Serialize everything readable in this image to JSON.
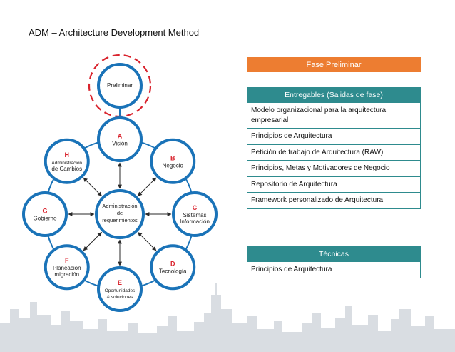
{
  "page": {
    "title": "ADM – Architecture Development Method"
  },
  "colors": {
    "ring": "#1A73B8",
    "accent": "#ED7D31",
    "teal": "#2E8B8E",
    "dash": "#D9232D",
    "letter": "#D9232D"
  },
  "diagram": {
    "preliminar": "Preliminar",
    "center": [
      "Administración",
      "de",
      "requerimientos"
    ],
    "phases": [
      {
        "letter": "A",
        "lines": [
          "Visión"
        ]
      },
      {
        "letter": "B",
        "lines": [
          "Negocio"
        ]
      },
      {
        "letter": "C",
        "lines": [
          "Sistemas",
          "Información"
        ]
      },
      {
        "letter": "D",
        "lines": [
          "Tecnología"
        ]
      },
      {
        "letter": "E",
        "lines": [
          "Oportunidades",
          "& soluciones"
        ]
      },
      {
        "letter": "F",
        "lines": [
          "Planeación",
          "migración"
        ]
      },
      {
        "letter": "G",
        "lines": [
          "Gobierno"
        ]
      },
      {
        "letter": "H",
        "lines": [
          "Administración",
          "de Cambios"
        ]
      }
    ]
  },
  "phase_panel": {
    "title": "Fase Preliminar"
  },
  "deliverables": {
    "title": "Entregables (Salidas de fase)",
    "items": [
      "Modelo organizacional para la arquitectura empresarial",
      "Principios de Arquitectura",
      "Petición de trabajo de Arquitectura (RAW)",
      "Principios, Metas y Motivadores de Negocio",
      "Repositorio de Arquitectura",
      "Framework personalizado de Arquitectura"
    ]
  },
  "techniques": {
    "title": "Técnicas",
    "items": [
      "Principios de Arquitectura"
    ]
  }
}
